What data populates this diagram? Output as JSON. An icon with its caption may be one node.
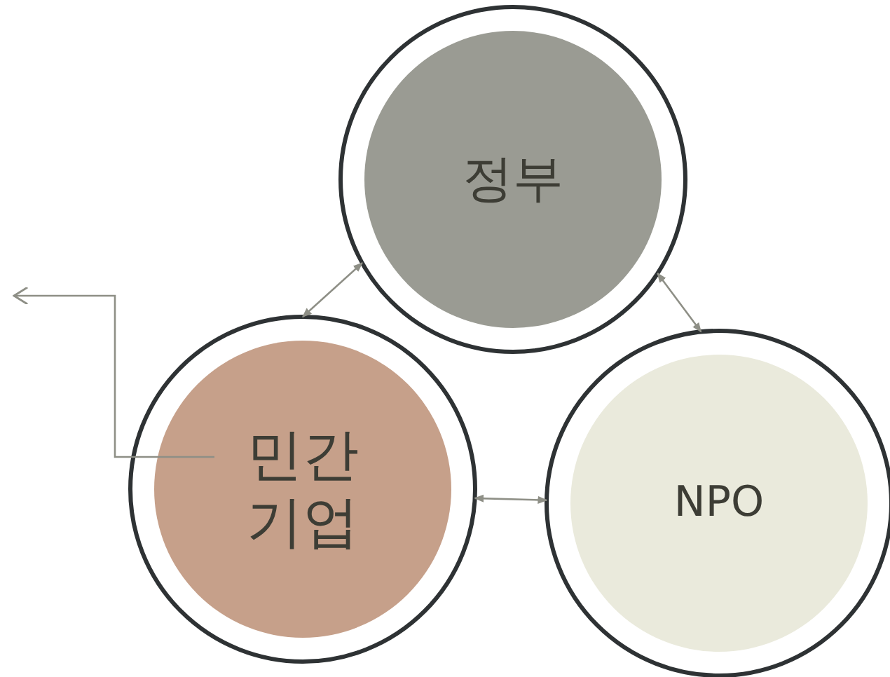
{
  "diagram": {
    "nodes": [
      {
        "text": [
          "정부"
        ]
      },
      {
        "text": [
          "민간 기업"
        ]
      },
      {
        "text": [
          "NPO"
        ]
      }
    ],
    "edges": [
      {
        "from": 0,
        "to": 1,
        "arrow": "both"
      },
      {
        "from": 0,
        "to": 2,
        "arrow": "both"
      },
      {
        "from": 1,
        "to": 2,
        "arrow": "both"
      },
      {
        "from": 1,
        "to": null,
        "arrow": "to"
      }
    ]
  }
}
